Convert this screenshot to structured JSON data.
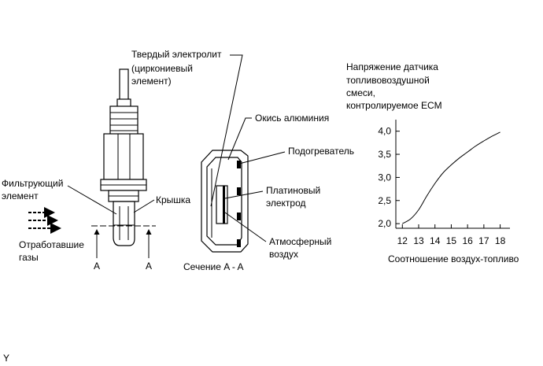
{
  "labels": {
    "solid_electrolyte_l1": "Твердый электролит",
    "solid_electrolyte_l2": "(циркониевый",
    "solid_electrolyte_l3": "элемент)",
    "alumina": "Окись алюминия",
    "heater": "Подогреватель",
    "filter_l1": "Фильтрующий",
    "filter_l2": "элемент",
    "cover": "Крышка",
    "platinum_l1": "Платиновый",
    "platinum_l2": "электрод",
    "exhaust_l1": "Отработавшие",
    "exhaust_l2": "газы",
    "atm_l1": "Атмосферный",
    "atm_l2": "воздух",
    "section_a_left": "A",
    "section_a_right": "A",
    "section_caption": "Сечение A - A",
    "footer_code": "Y"
  },
  "chart_data": {
    "type": "line",
    "title_lines": [
      "Напряжение датчика",
      "топливовоздушной",
      "смеси,",
      "контролируемое ECM"
    ],
    "xlabel": "Соотношение воздух-топливо",
    "ylabel": "",
    "x_ticks": [
      12,
      13,
      14,
      15,
      16,
      17,
      18
    ],
    "y_ticks": [
      "2,0",
      "2,5",
      "3,0",
      "3,5",
      "4,0"
    ],
    "y_tick_values": [
      2.0,
      2.5,
      3.0,
      3.5,
      4.0
    ],
    "xlim": [
      11.6,
      18.6
    ],
    "ylim": [
      1.9,
      4.25
    ],
    "series": [
      {
        "x": [
          12.0,
          12.5,
          13.0,
          13.5,
          14.0,
          14.5,
          15.0,
          15.5,
          16.0,
          16.5,
          17.0,
          17.5,
          18.0
        ],
        "y": [
          2.0,
          2.1,
          2.3,
          2.6,
          2.87,
          3.1,
          3.27,
          3.42,
          3.55,
          3.68,
          3.79,
          3.89,
          3.98
        ]
      }
    ],
    "grid": false
  }
}
